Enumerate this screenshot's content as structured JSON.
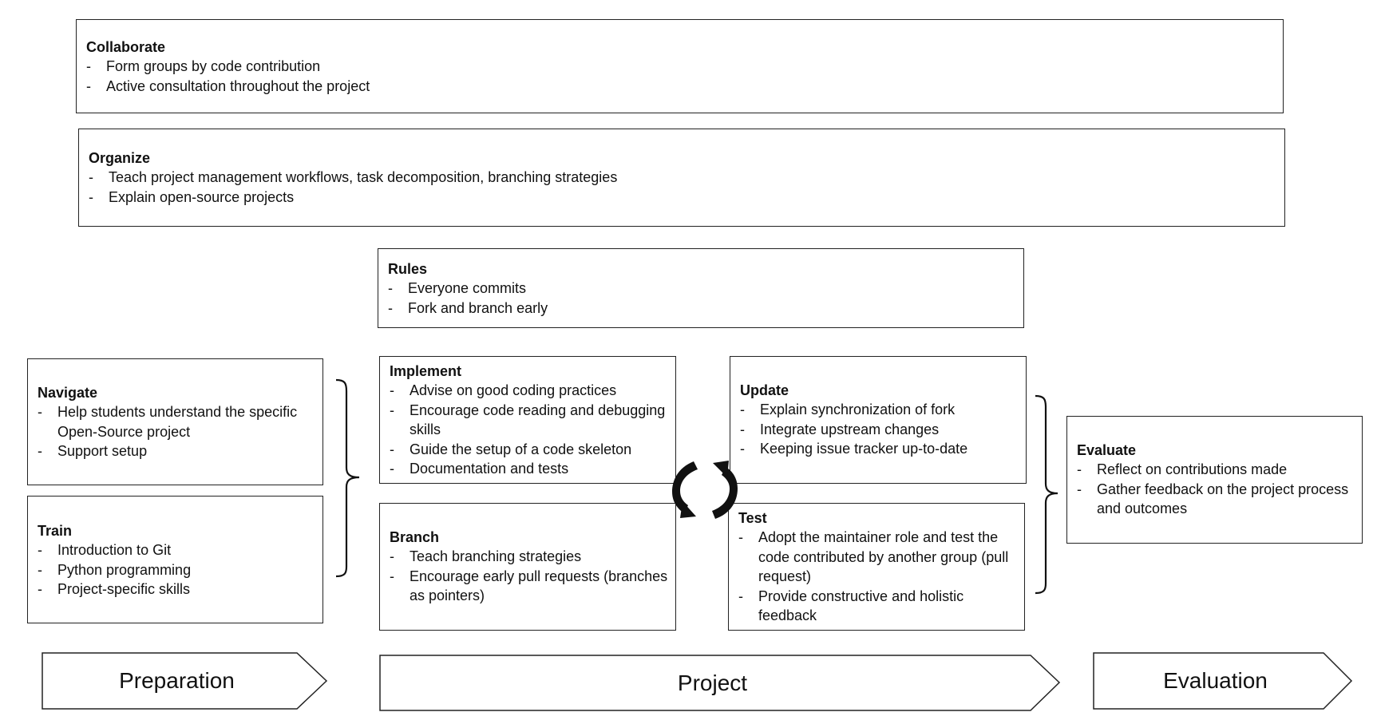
{
  "collaborate": {
    "title": "Collaborate",
    "items": [
      "Form groups by code contribution",
      "Active consultation throughout the project"
    ]
  },
  "organize": {
    "title": "Organize",
    "items": [
      "Teach project management workflows, task decomposition, branching strategies",
      "Explain open-source projects"
    ]
  },
  "rules": {
    "title": "Rules",
    "items": [
      "Everyone commits",
      "Fork and branch early"
    ]
  },
  "navigate": {
    "title": "Navigate",
    "items": [
      "Help students understand the specific Open-Source project",
      " Support  setup"
    ]
  },
  "train": {
    "title": "Train",
    "items": [
      "Introduction to Git",
      "Python programming",
      "Project-specific skills"
    ]
  },
  "implement": {
    "title": "Implement",
    "items": [
      "Advise on good coding practices",
      "Encourage code reading and debugging skills",
      "Guide the setup of a code skeleton",
      "Documentation and tests"
    ]
  },
  "branch": {
    "title": "Branch",
    "items": [
      "Teach branching strategies",
      "Encourage early pull requests (branches as pointers)"
    ]
  },
  "update": {
    "title": "Update",
    "items": [
      "Explain synchronization of fork",
      "Integrate upstream changes",
      "Keeping issue tracker up-to-date"
    ]
  },
  "test": {
    "title": "Test",
    "items": [
      "Adopt the maintainer role and test the code contributed by another group (pull request)",
      "Provide constructive and holistic feedback"
    ]
  },
  "evaluate": {
    "title": "Evaluate",
    "items": [
      "Reflect on contributions made",
      "Gather feedback on the project process and outcomes"
    ]
  },
  "phases": {
    "preparation": "Preparation",
    "project": "Project",
    "evaluation": "Evaluation"
  }
}
